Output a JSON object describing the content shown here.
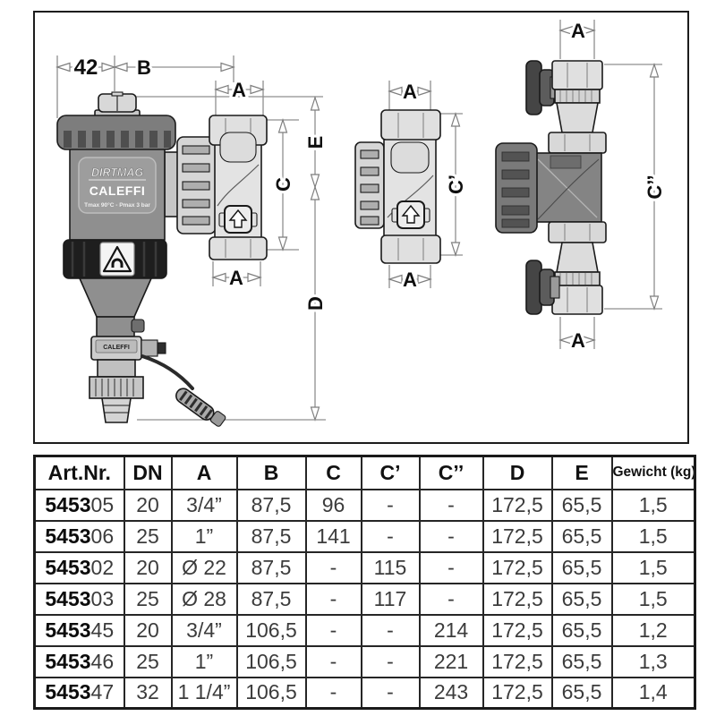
{
  "drawings": {
    "left": {
      "dim_42": "42",
      "dim_b": "B",
      "dim_a_top": "A",
      "dim_e": "E",
      "dim_c": "C",
      "dim_d": "D",
      "dim_a_bottom": "A",
      "brand_line1": "DIRTMAG",
      "brand_line2": "CALEFFI",
      "brand_line3": "Tmax 90°C - Pmax 3 bar",
      "drain_label": "CALEFFI"
    },
    "middle": {
      "dim_a_top": "A",
      "dim_c_prime": "C’",
      "dim_a_bottom": "A"
    },
    "right": {
      "dim_a_top": "A",
      "dim_c_double_prime": "C’’",
      "dim_a_bottom": "A"
    }
  },
  "table": {
    "headers": {
      "art": "Art.Nr.",
      "dn": "DN",
      "a": "A",
      "b": "B",
      "c": "C",
      "c1": "C’",
      "c2": "C’’",
      "d": "D",
      "e": "E",
      "kg": "Gewicht (kg)"
    },
    "rows": [
      {
        "art_prefix": "5453",
        "art_suffix": "05",
        "dn": "20",
        "a": "3/4”",
        "b": "87,5",
        "c": "96",
        "c1": "-",
        "c2": "-",
        "d": "172,5",
        "e": "65,5",
        "kg": "1,5"
      },
      {
        "art_prefix": "5453",
        "art_suffix": "06",
        "dn": "25",
        "a": "1”",
        "b": "87,5",
        "c": "141",
        "c1": "-",
        "c2": "-",
        "d": "172,5",
        "e": "65,5",
        "kg": "1,5"
      },
      {
        "art_prefix": "5453",
        "art_suffix": "02",
        "dn": "20",
        "a": "Ø 22",
        "b": "87,5",
        "c": "-",
        "c1": "115",
        "c2": "-",
        "d": "172,5",
        "e": "65,5",
        "kg": "1,5"
      },
      {
        "art_prefix": "5453",
        "art_suffix": "03",
        "dn": "25",
        "a": "Ø 28",
        "b": "87,5",
        "c": "-",
        "c1": "117",
        "c2": "-",
        "d": "172,5",
        "e": "65,5",
        "kg": "1,5"
      },
      {
        "art_prefix": "5453",
        "art_suffix": "45",
        "dn": "20",
        "a": "3/4”",
        "b": "106,5",
        "c": "-",
        "c1": "-",
        "c2": "214",
        "d": "172,5",
        "e": "65,5",
        "kg": "1,2"
      },
      {
        "art_prefix": "5453",
        "art_suffix": "46",
        "dn": "25",
        "a": "1”",
        "b": "106,5",
        "c": "-",
        "c1": "-",
        "c2": "221",
        "d": "172,5",
        "e": "65,5",
        "kg": "1,3"
      },
      {
        "art_prefix": "5453",
        "art_suffix": "47",
        "dn": "32",
        "a": "1 1/4”",
        "b": "106,5",
        "c": "-",
        "c1": "-",
        "c2": "243",
        "d": "172,5",
        "e": "65,5",
        "kg": "1,4"
      }
    ]
  }
}
